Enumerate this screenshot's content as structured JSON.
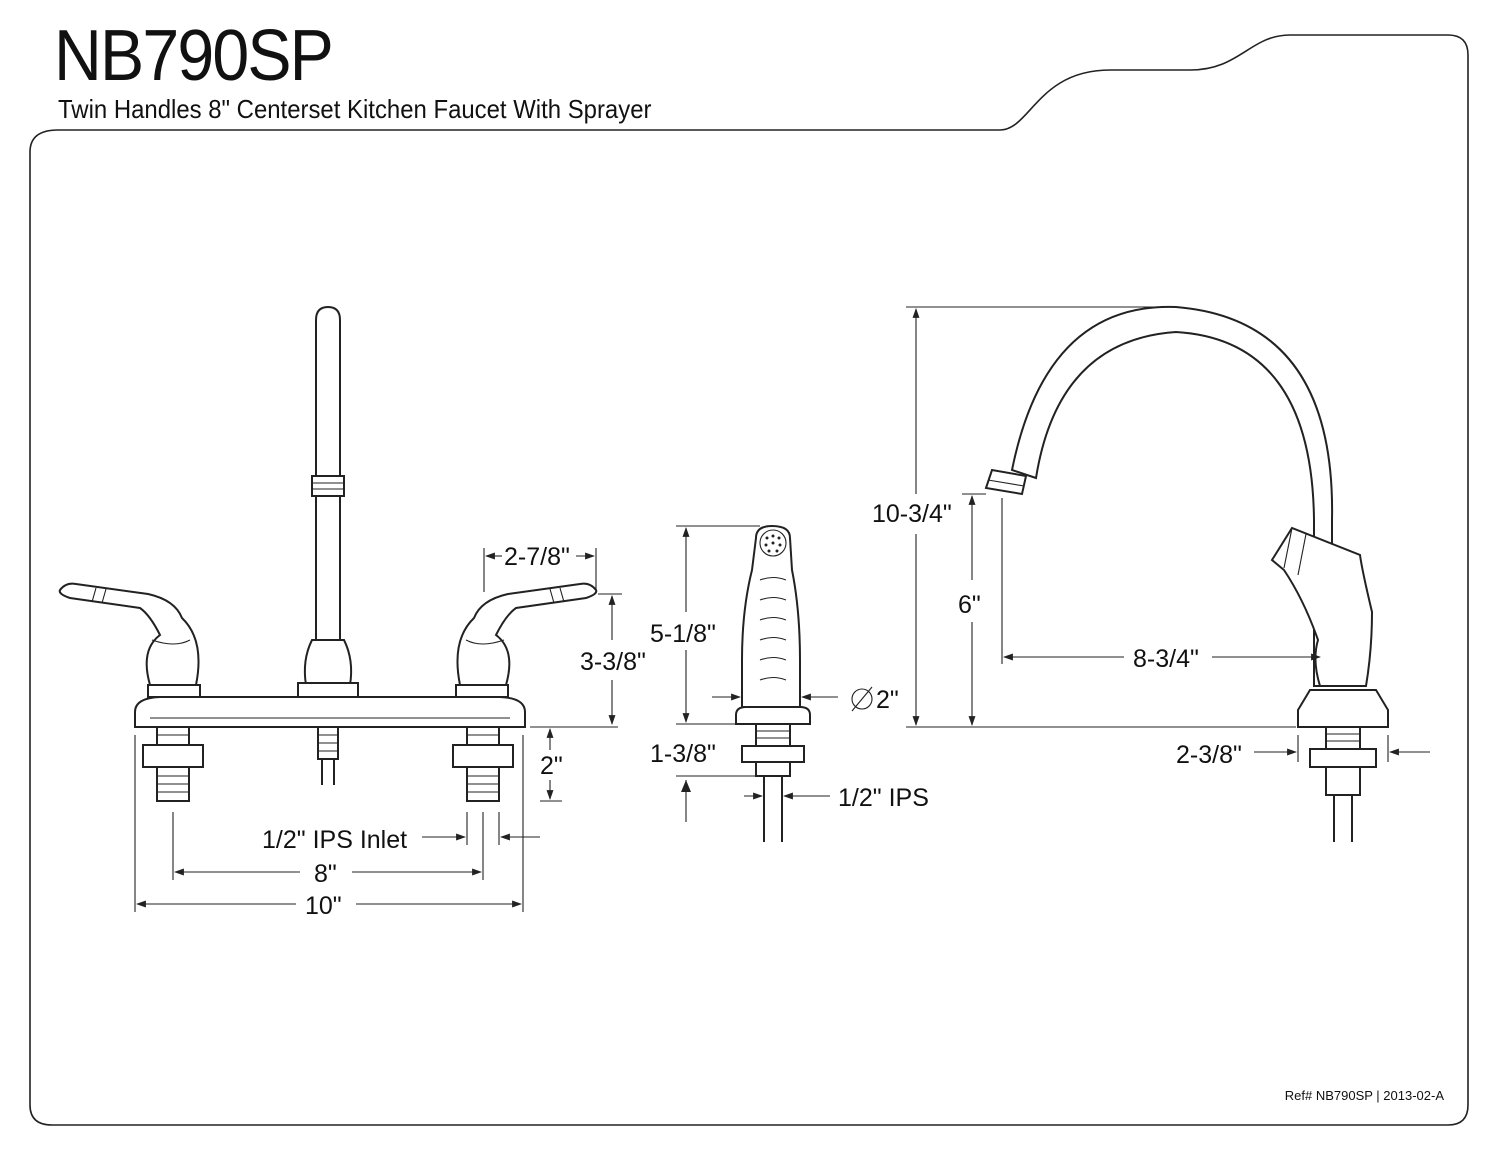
{
  "header": {
    "model": "NB790SP",
    "subtitle": "Twin Handles 8\" Centerset Kitchen Faucet With Sprayer"
  },
  "footer": {
    "reference": "Ref# NB790SP | 2013-02-A"
  },
  "front_view": {
    "handle_spread": "2-7/8\"",
    "handle_height": "3-3/8\"",
    "shank_length": "2\"",
    "inlet_label": "1/2\" IPS Inlet",
    "centers": "8\"",
    "overall_width": "10\""
  },
  "sprayer_view": {
    "height": "5-1/8\"",
    "diameter": "2\"",
    "base": "1-3/8\"",
    "thread": "1/2\" IPS"
  },
  "side_view": {
    "overall_height": "10-3/4\"",
    "spout_clearance": "6\"",
    "spout_reach": "8-3/4\"",
    "base_width": "2-3/8\""
  }
}
